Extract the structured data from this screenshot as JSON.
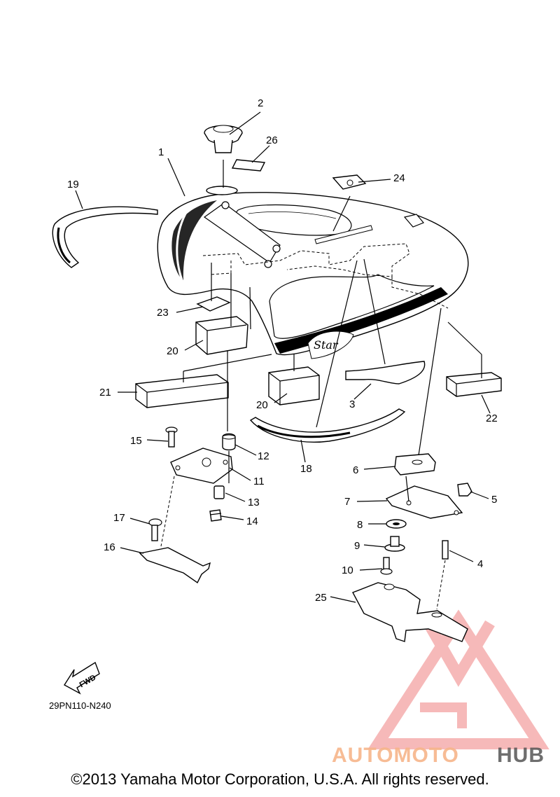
{
  "callouts": {
    "c1": "1",
    "c2": "2",
    "c3": "3",
    "c4": "4",
    "c5": "5",
    "c6": "6",
    "c7": "7",
    "c8": "8",
    "c9": "9",
    "c10": "10",
    "c11": "11",
    "c12": "12",
    "c13": "13",
    "c14": "14",
    "c15": "15",
    "c16": "16",
    "c17": "17",
    "c18": "18",
    "c19": "19",
    "c20a": "20",
    "c20b": "20",
    "c21": "21",
    "c22": "22",
    "c23": "23",
    "c24": "24",
    "c25": "25",
    "c26": "26"
  },
  "fwd_arrow_label": "FWD",
  "diagram_code": "29PN110-N240",
  "watermark": {
    "part1": "AUTOMOTO",
    "part2": "HUB",
    "color_light": "#f7b58a",
    "color_red": "#f28b8b",
    "color_dark": "#555555"
  },
  "tank_badge": "Star",
  "copyright": "©2013 Yamaha Motor Corporation, U.S.A. All rights reserved."
}
